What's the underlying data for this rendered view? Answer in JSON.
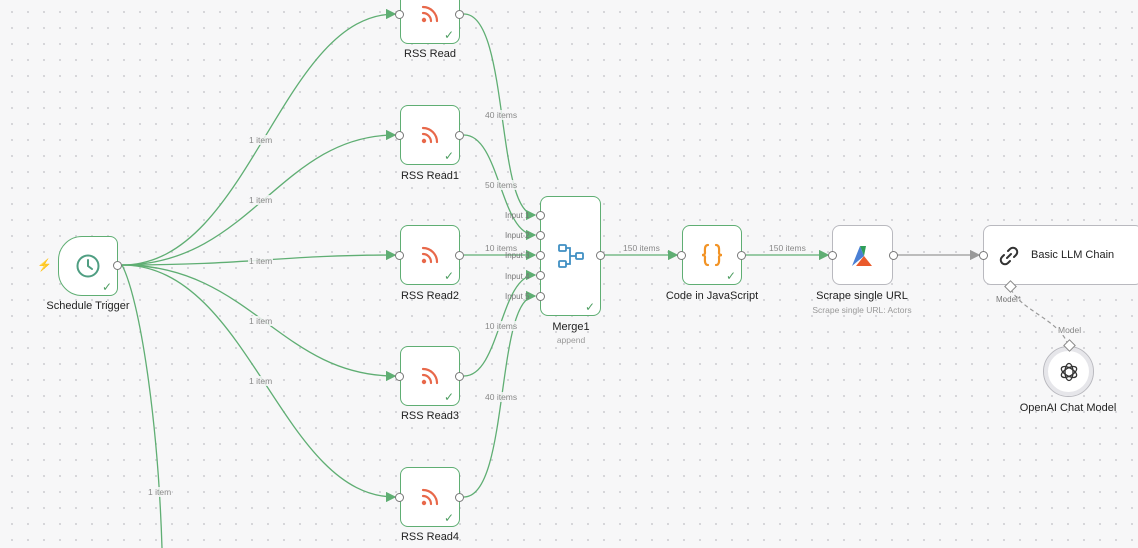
{
  "colors": {
    "edge": "#5fae73",
    "node_border": "#5fae73",
    "rss_icon": "#e8684a",
    "clock_icon": "#4f9e82",
    "code_icon": "#f29325",
    "merge_icon": "#3f8fc3",
    "gray_edge": "#999999"
  },
  "nodes": {
    "schedule_trigger": {
      "label": "Schedule Trigger",
      "icon": "clock-icon"
    },
    "rss_read": {
      "label": "RSS Read",
      "icon": "rss-icon"
    },
    "rss_read1": {
      "label": "RSS Read1",
      "icon": "rss-icon"
    },
    "rss_read2": {
      "label": "RSS Read2",
      "icon": "rss-icon"
    },
    "rss_read3": {
      "label": "RSS Read3",
      "icon": "rss-icon"
    },
    "rss_read4": {
      "label": "RSS Read4",
      "icon": "rss-icon"
    },
    "merge1": {
      "label": "Merge1",
      "sublabel": "append",
      "icon": "merge-icon",
      "inputs": [
        "Input 1",
        "Input 2",
        "Input 3",
        "Input 4",
        "Input 5"
      ]
    },
    "code": {
      "label": "Code in JavaScript",
      "icon": "code-braces-icon"
    },
    "scrape": {
      "label": "Scrape single URL",
      "sublabel": "Scrape single URL: Actors",
      "icon": "apify-logo-icon"
    },
    "llm_chain": {
      "label": "Basic LLM Chain",
      "icon": "link-chain-icon",
      "port_label": "Model*"
    },
    "openai": {
      "label": "OpenAI Chat Model",
      "icon": "openai-logo-icon"
    }
  },
  "edge_labels": {
    "trigger_rss1": "1 item",
    "trigger_rss_top": "1 item",
    "trigger_rss2": "1 item",
    "trigger_rss3": "1 item",
    "trigger_rss4": "1 item",
    "trigger_down": "1 item",
    "rss_to_merge1": "40 items",
    "rss1_to_merge2": "50 items",
    "rss2_to_merge3": "10 items",
    "rss3_to_merge4": "10 items",
    "rss4_to_merge5": "40 items",
    "merge_to_code": "150 items",
    "code_to_scrape": "150 items",
    "model_link": "Model"
  }
}
